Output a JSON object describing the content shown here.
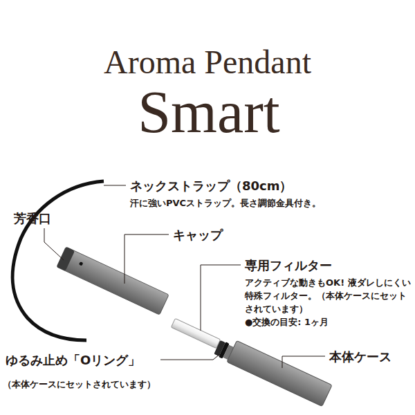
{
  "diagram": {
    "title": "Aroma Pendant",
    "labels": [
      "Smart",
      "ネックストラップ（80cm）",
      "汗に強いPVCストラップ。長さ調節金具付き。",
      "芳香口",
      "キャップ",
      "専用フィルター",
      "アクティブな動きもOK! 液ダレしにくい特殊フィルター。（本体ケースにセットされています）",
      "●交換の目安: 1ヶ月",
      "ゆるみ止め「Oリング」",
      "（本体ケースにセットされています）",
      "本体ケース"
    ]
  }
}
